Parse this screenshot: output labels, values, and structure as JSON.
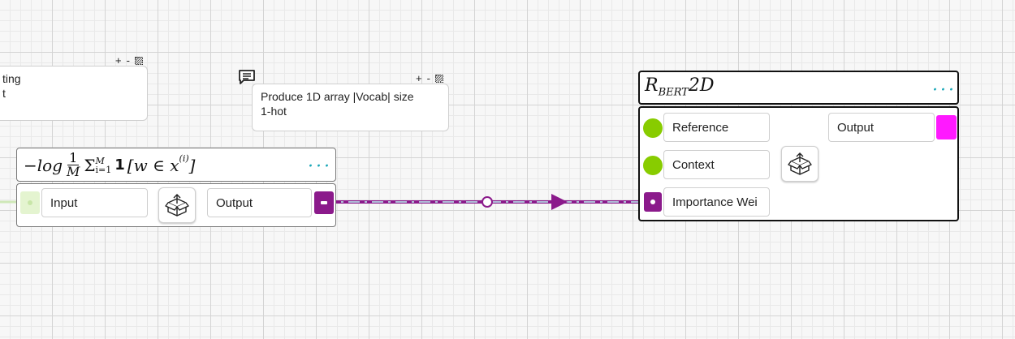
{
  "notes": [
    {
      "id": "note-left",
      "text": "ting\nt"
    },
    {
      "id": "note-center",
      "text": "Produce 1D array |Vocab| size\n1-hot"
    }
  ],
  "note_tools": {
    "plus": "+",
    "minus": "-"
  },
  "loss_node": {
    "formula": {
      "neg_log": "−log",
      "frac_num": "1",
      "frac_den": "M",
      "sigma": "Σ",
      "sup": "M",
      "sub": "i=1",
      "one": "1",
      "bracket": "[w ∈ x",
      "sup2": "(i)",
      "close": "]"
    },
    "menu": "···",
    "input_label": "Input",
    "output_label": "Output"
  },
  "bert_node": {
    "title_main": "R",
    "title_sub": "BERT",
    "title_tail": "2D",
    "menu": "···",
    "inputs": [
      "Reference",
      "Context",
      "Importance Wei"
    ],
    "output_label": "Output"
  },
  "colors": {
    "edge": "#8b1a8b",
    "input_port": "#88cc00",
    "output_port_loss": "#8b1a8b",
    "output_port_bert": "#ff19ff",
    "menu_dots": "#1aa7b8"
  },
  "icons": {
    "comment": "comment-icon",
    "package": "package-export-icon",
    "hatch": "fullscreen-hatch-icon"
  }
}
